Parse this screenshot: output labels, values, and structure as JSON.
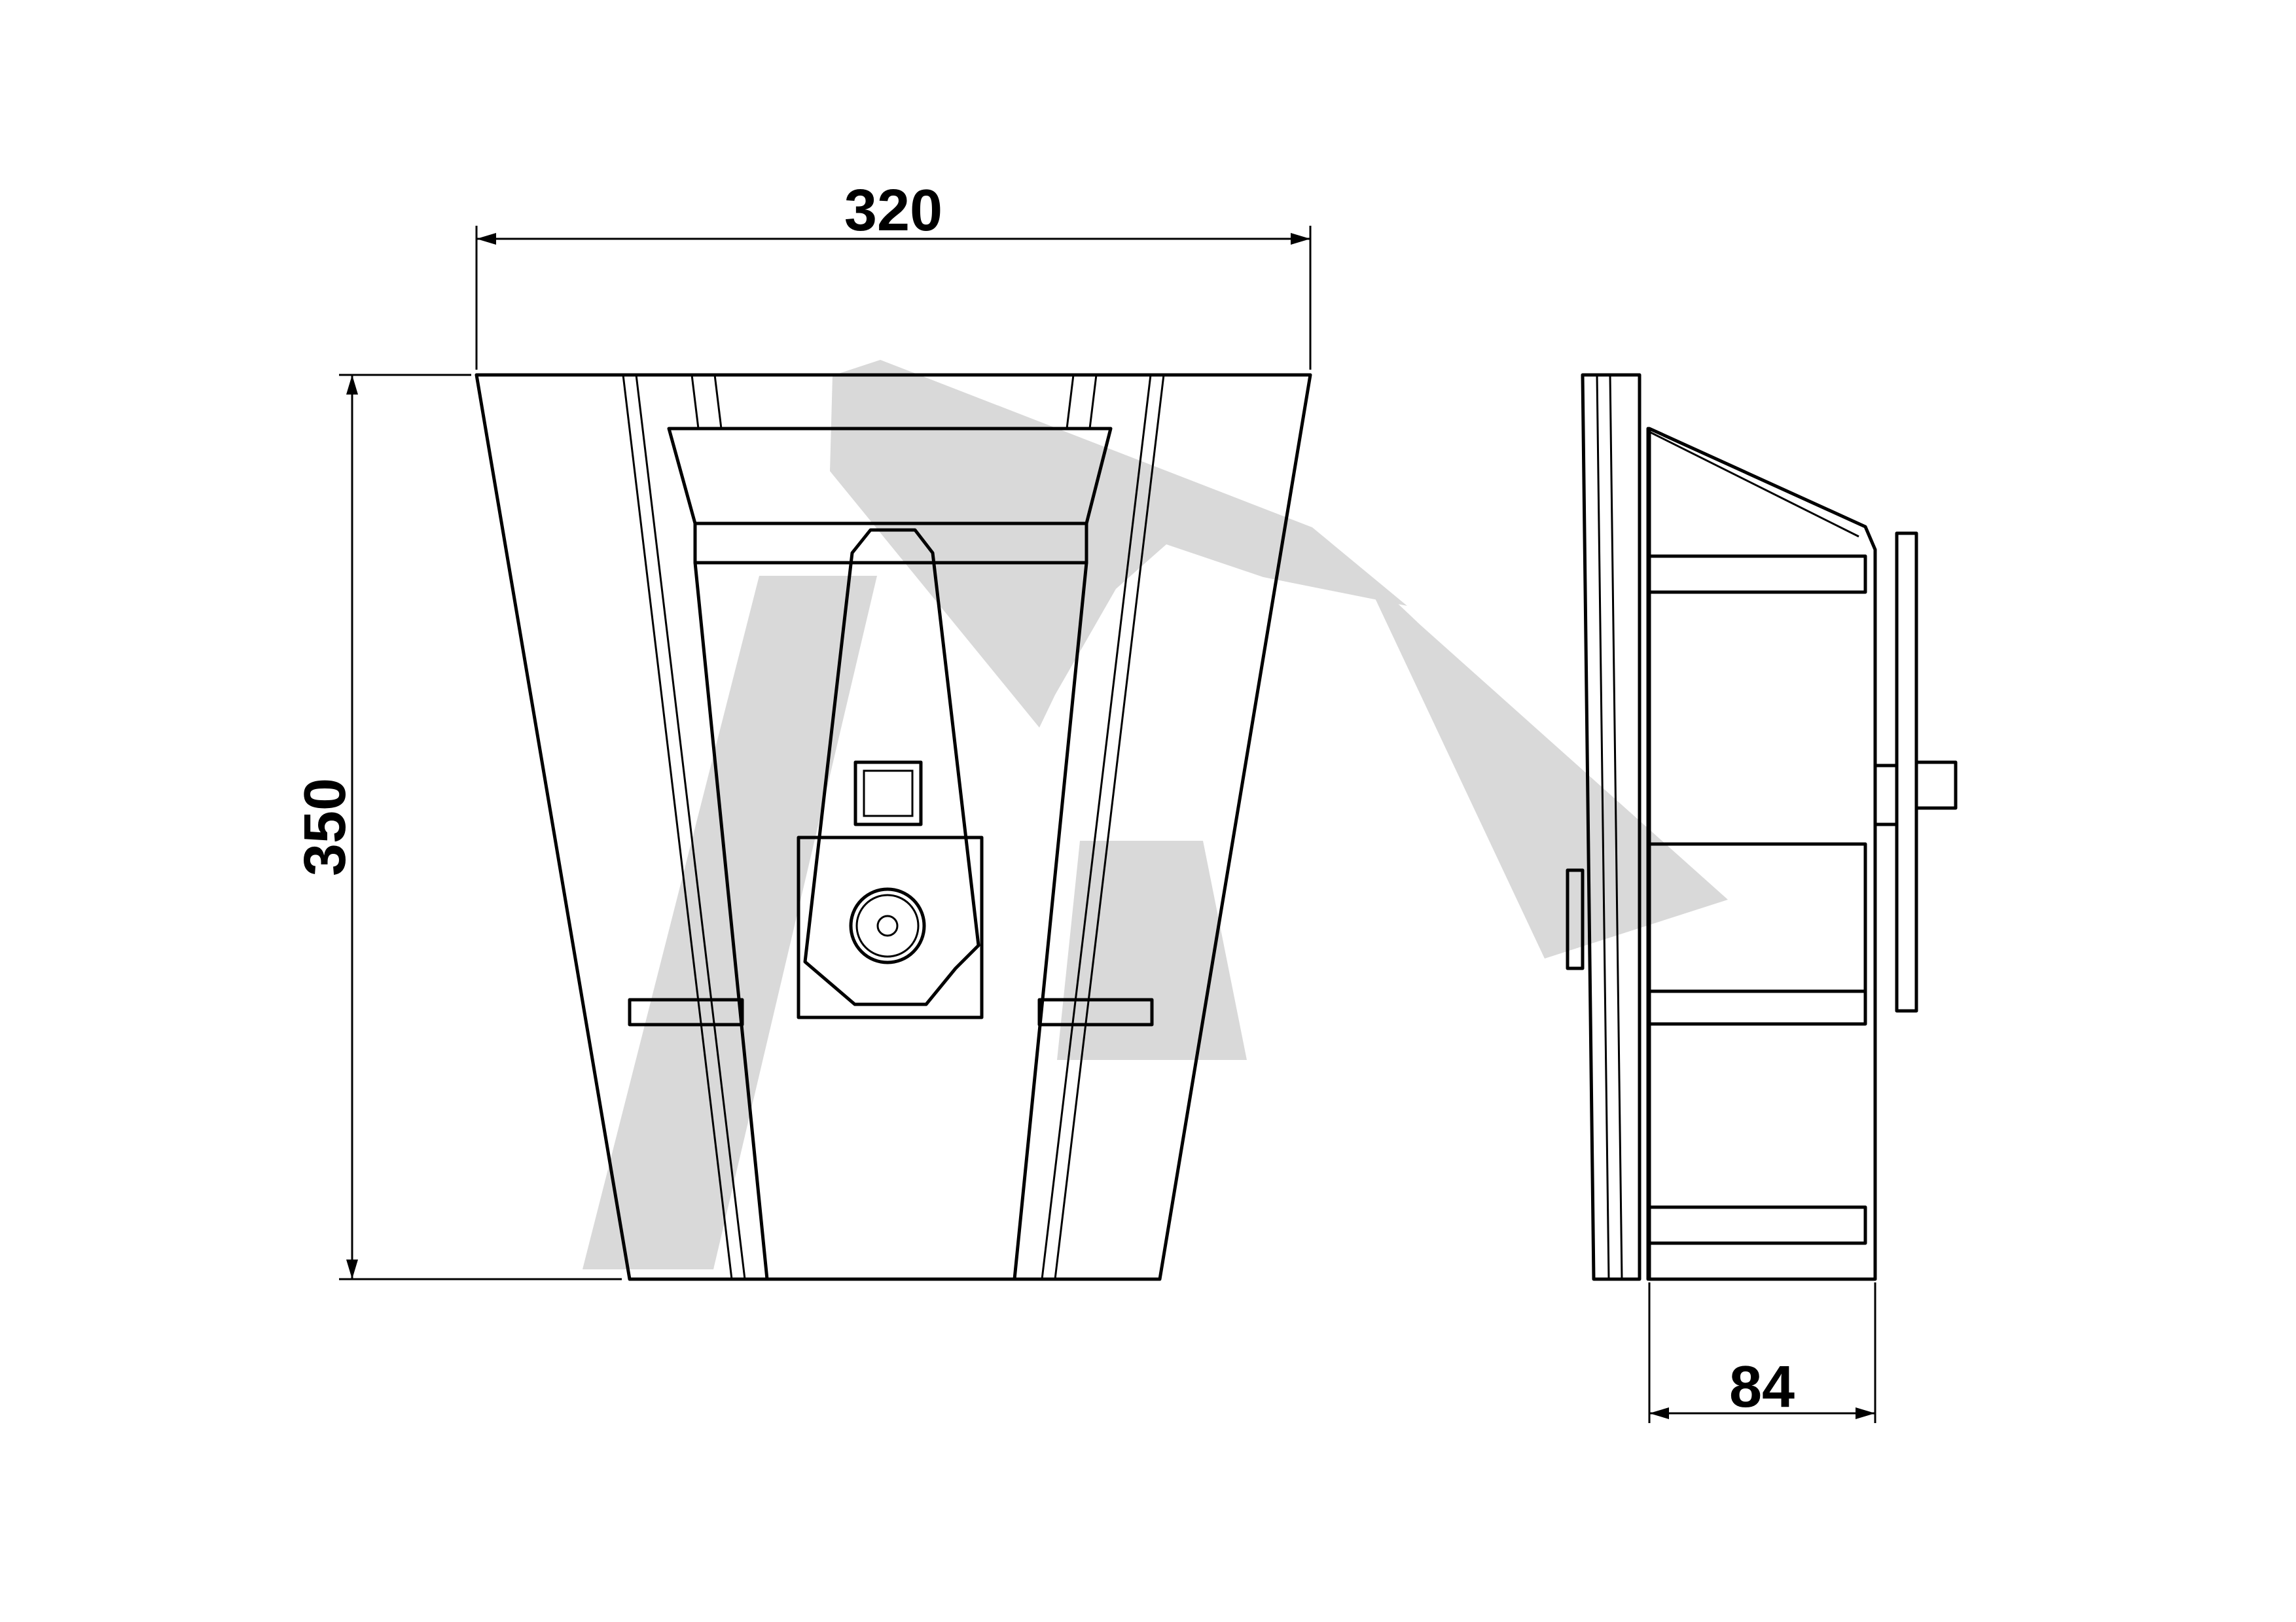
{
  "dimensions": {
    "width": "320",
    "height": "350",
    "depth": "84"
  },
  "colors": {
    "line": "#000000",
    "watermark": "#d9d9d9",
    "background": "#ffffff"
  }
}
